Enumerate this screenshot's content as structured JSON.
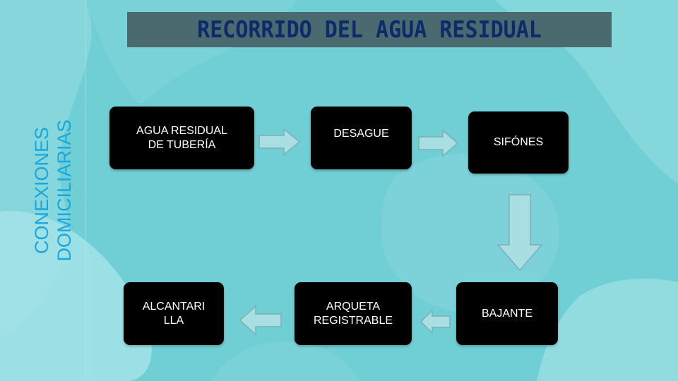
{
  "slide": {
    "title": "RECORRIDO DEL AGUA RESIDUAL",
    "side_title": "CONEXIONES\nDOMICILIARIAS"
  },
  "flow": {
    "steps": [
      "AGUA RESIDUAL\nDE TUBERÍA",
      "DESAGUE",
      "SIFÓNES",
      "BAJANTE",
      "ARQUETA\nREGISTRABLE",
      "ALCANTARI\nLLA"
    ]
  },
  "colors": {
    "background": "#6fcfd4",
    "title_bar": "#4a6a70",
    "title_text": "#0d2a6a",
    "side_title_text": "#1aa7e0",
    "box_fill": "#000000",
    "box_text": "#ffffff",
    "arrow_fill": "#a9dfe3",
    "arrow_stroke": "#7bb0b4"
  }
}
